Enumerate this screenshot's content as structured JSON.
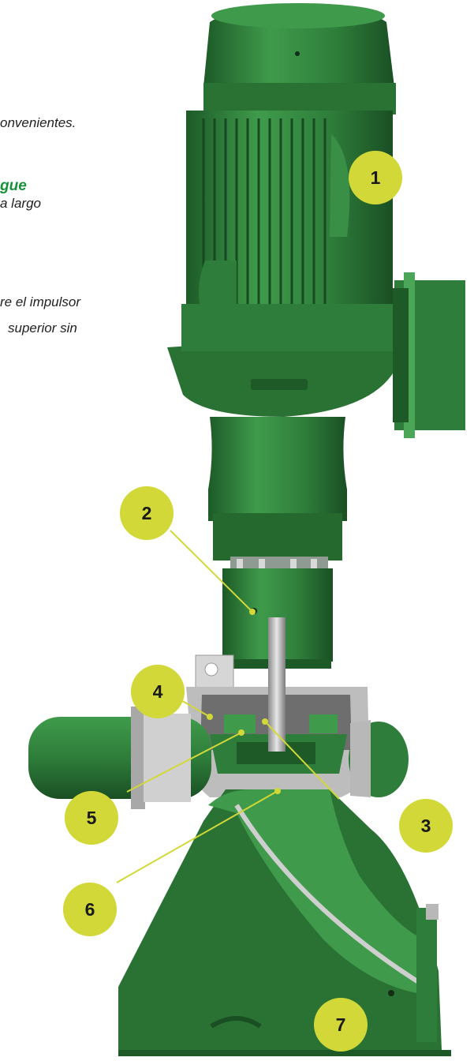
{
  "text_fragments": [
    "onvenientes.",
    "gue",
    "a largo",
    "re el impulsor",
    "superior sin"
  ],
  "callouts": [
    "1",
    "2",
    "3",
    "4",
    "5",
    "6",
    "7"
  ],
  "colors": {
    "pump_green": "#2e7d3a",
    "pump_dark": "#1d5a28",
    "pump_light": "#3f9b4b",
    "cutaway_gray": "#c8c8c8",
    "badge_yellow": "#d1d838",
    "heading_green": "#17923a"
  }
}
